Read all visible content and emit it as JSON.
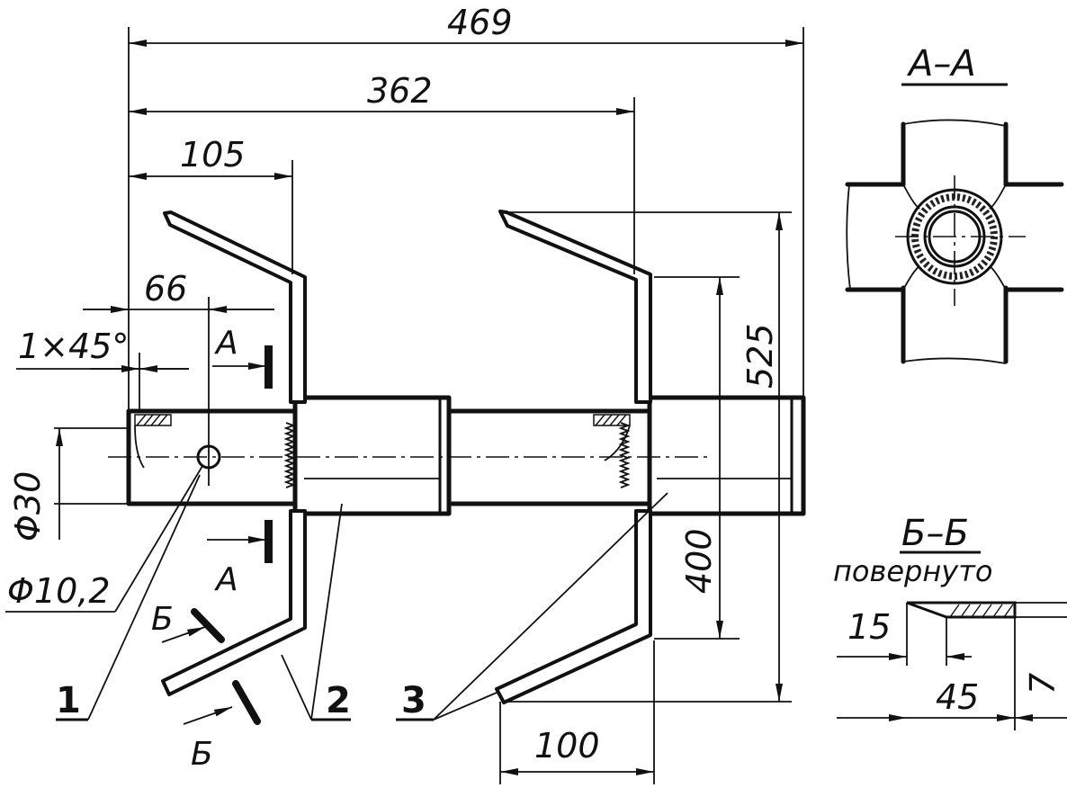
{
  "dimensions": {
    "overall_length": "469",
    "to_second_disc": "362",
    "to_first_disc": "105",
    "pin_hole_position": "66",
    "chamfer": "1×45°",
    "shaft_diameter": "Φ30",
    "hole_diameter": "Φ10,2",
    "blade_span": "525",
    "disc_height": "400",
    "blade_reach": "100"
  },
  "sections": {
    "aa_title": "А–А",
    "aa_marker": "А",
    "bb_title": "Б–Б",
    "bb_subtitle": "повернуто",
    "bb_marker": "Б",
    "bb_dim_width": "15",
    "bb_dim_length": "45",
    "bb_dim_thickness": "7"
  },
  "callouts": {
    "part_1": "1",
    "part_2": "2",
    "part_3": "3"
  }
}
